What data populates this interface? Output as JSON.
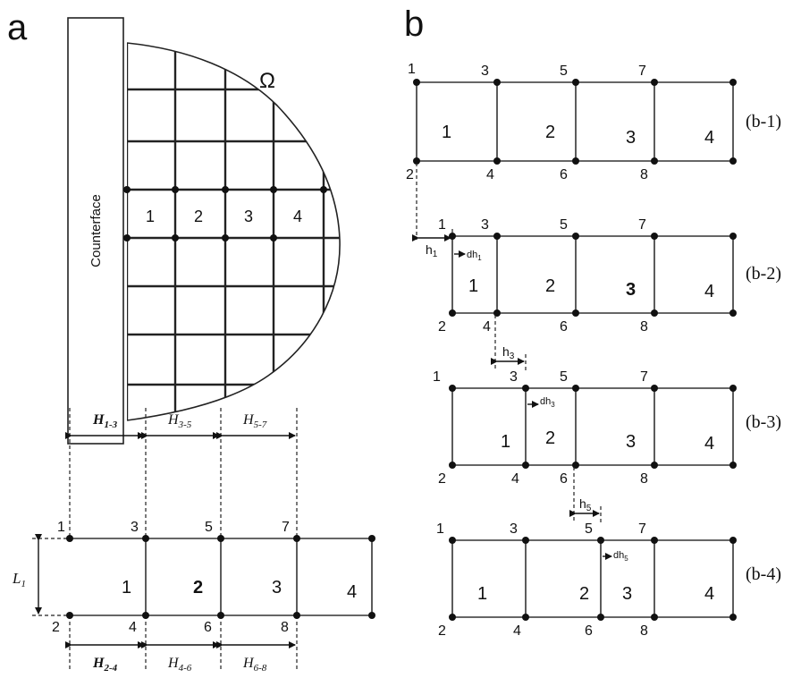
{
  "panel_a": {
    "label": "a",
    "counterface": "Counterface",
    "omega": "Ω",
    "element_labels": [
      "1",
      "2",
      "3",
      "4"
    ]
  },
  "panel_b": {
    "label": "b"
  },
  "bottom_diagram": {
    "length_label": "L",
    "length_sub": "1",
    "top_spans": [
      {
        "main": "H",
        "sub": "1-3"
      },
      {
        "main": "H",
        "sub": "3-5"
      },
      {
        "main": "H",
        "sub": "5-7"
      }
    ],
    "bottom_spans": [
      {
        "main": "H",
        "sub": "2-4"
      },
      {
        "main": "H",
        "sub": "4-6"
      },
      {
        "main": "H",
        "sub": "6-8"
      }
    ],
    "top_nodes": [
      "1",
      "3",
      "5",
      "7"
    ],
    "bottom_nodes": [
      "2",
      "4",
      "6",
      "8"
    ],
    "element_labels": [
      "1",
      "2",
      "3",
      "4"
    ]
  },
  "stages": [
    {
      "tag": "(b-1)",
      "top_nodes": [
        "1",
        "3",
        "5",
        "7"
      ],
      "bottom_nodes": [
        "2",
        "4",
        "6",
        "8"
      ],
      "element_labels": [
        "1",
        "2",
        "3",
        "4"
      ],
      "gap": null,
      "shift": null
    },
    {
      "tag": "(b-2)",
      "top_nodes": [
        "1",
        "3",
        "5",
        "7"
      ],
      "bottom_nodes": [
        "2",
        "4",
        "6",
        "8"
      ],
      "element_labels": [
        "1",
        "2",
        "3",
        "4"
      ],
      "gap": {
        "main": "h",
        "sub": "1"
      },
      "shift": {
        "main": "dh",
        "sub": "1"
      }
    },
    {
      "tag": "(b-3)",
      "top_nodes": [
        "1",
        "3",
        "5",
        "7"
      ],
      "bottom_nodes": [
        "2",
        "4",
        "6",
        "8"
      ],
      "element_labels": [
        "1",
        "2",
        "3",
        "4"
      ],
      "gap": {
        "main": "h",
        "sub": "3"
      },
      "shift": {
        "main": "dh",
        "sub": "3"
      }
    },
    {
      "tag": "(b-4)",
      "top_nodes": [
        "1",
        "3",
        "5",
        "7"
      ],
      "bottom_nodes": [
        "2",
        "4",
        "6",
        "8"
      ],
      "element_labels": [
        "1",
        "2",
        "3",
        "4"
      ],
      "gap": {
        "main": "h",
        "sub": "5"
      },
      "shift": {
        "main": "dh",
        "sub": "5"
      }
    }
  ]
}
